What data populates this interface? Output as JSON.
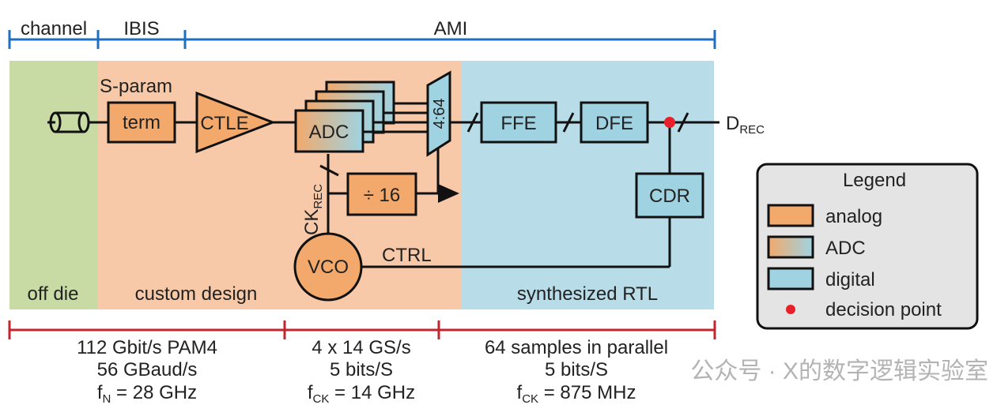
{
  "top_scale": {
    "channel": "channel",
    "ibis": "IBIS",
    "ami": "AMI"
  },
  "regions": {
    "off_die": "off die",
    "custom_design": "custom design",
    "synthesized_rtl": "synthesized RTL"
  },
  "blocks": {
    "sparam_label": "S-param",
    "term": "term",
    "ctle": "CTLE",
    "adc": "ADC",
    "demux": "4:64",
    "ffe": "FFE",
    "dfe": "DFE",
    "cdr": "CDR",
    "divider": "÷ 16",
    "vco": "VCO",
    "ctrl": "CTRL",
    "ck_main": "CK",
    "ck_sub": "REC",
    "drec_main": "D",
    "drec_sub": "REC"
  },
  "legend": {
    "title": "Legend",
    "items": [
      "analog",
      "ADC",
      "digital",
      "decision point"
    ]
  },
  "bottom_specs": {
    "left": {
      "line1": "112 Gbit/s PAM4",
      "line2": "56 GBaud/s",
      "line3_main": "f",
      "line3_sub": "N",
      "line3_rest": " = 28 GHz"
    },
    "middle": {
      "line1": "4 x 14 GS/s",
      "line2": "5 bits/S",
      "line3_main": "f",
      "line3_sub": "CK",
      "line3_rest": " = 14 GHz"
    },
    "right": {
      "line1": "64 samples in parallel",
      "line2": "5 bits/S",
      "line3_main": "f",
      "line3_sub": "CK",
      "line3_rest": " = 875 MHz"
    }
  },
  "watermark": "公众号 · X的数字逻辑实验室",
  "colors": {
    "off_die_bg": "#c9dba5",
    "custom_bg": "#f8c9a8",
    "digital_bg": "#b8dde9",
    "analog_block": "#f2a96b",
    "digital_block": "#9fd3e2",
    "blue_scale": "#1f6fbf",
    "red_scale": "#c0262e",
    "decision_point": "#e8202a"
  }
}
